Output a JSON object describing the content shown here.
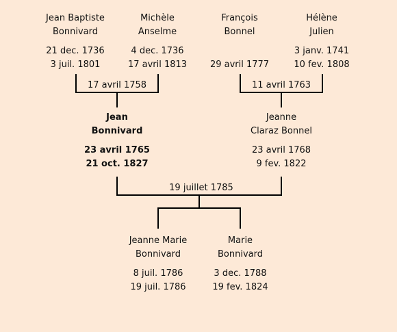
{
  "persons": {
    "jb": {
      "name1": "Jean Baptiste",
      "name2": "Bonnivard",
      "birth": "21 dec. 1736",
      "death": "3 juil. 1801"
    },
    "mi": {
      "name1": "Michèle",
      "name2": "Anselme",
      "birth": "4 dec. 1736",
      "death": "17 avril 1813"
    },
    "fr": {
      "name1": "François",
      "name2": "Bonnel",
      "birth": "",
      "death": "29 avril 1777"
    },
    "he": {
      "name1": "Hélène",
      "name2": "Julien",
      "birth": "3 janv. 1741",
      "death": "10 fev. 1808"
    },
    "jean": {
      "name1": "Jean",
      "name2": "Bonnivard",
      "birth": "23 avril 1765",
      "death": "21 oct. 1827"
    },
    "jeanne": {
      "name1": "Jeanne",
      "name2": "Claraz Bonnel",
      "birth": "23 avril 1768",
      "death": "9 fev. 1822"
    },
    "jm": {
      "name1": "Jeanne Marie",
      "name2": "Bonnivard",
      "birth": "8 juil. 1786",
      "death": "19 juil. 1786"
    },
    "ma": {
      "name1": "Marie",
      "name2": "Bonnivard",
      "birth": "3 dec. 1788",
      "death": "19 fev. 1824"
    }
  },
  "marriages": {
    "left": "17 avril 1758",
    "right": "11 avril 1763",
    "main": "19 juillet 1785"
  }
}
